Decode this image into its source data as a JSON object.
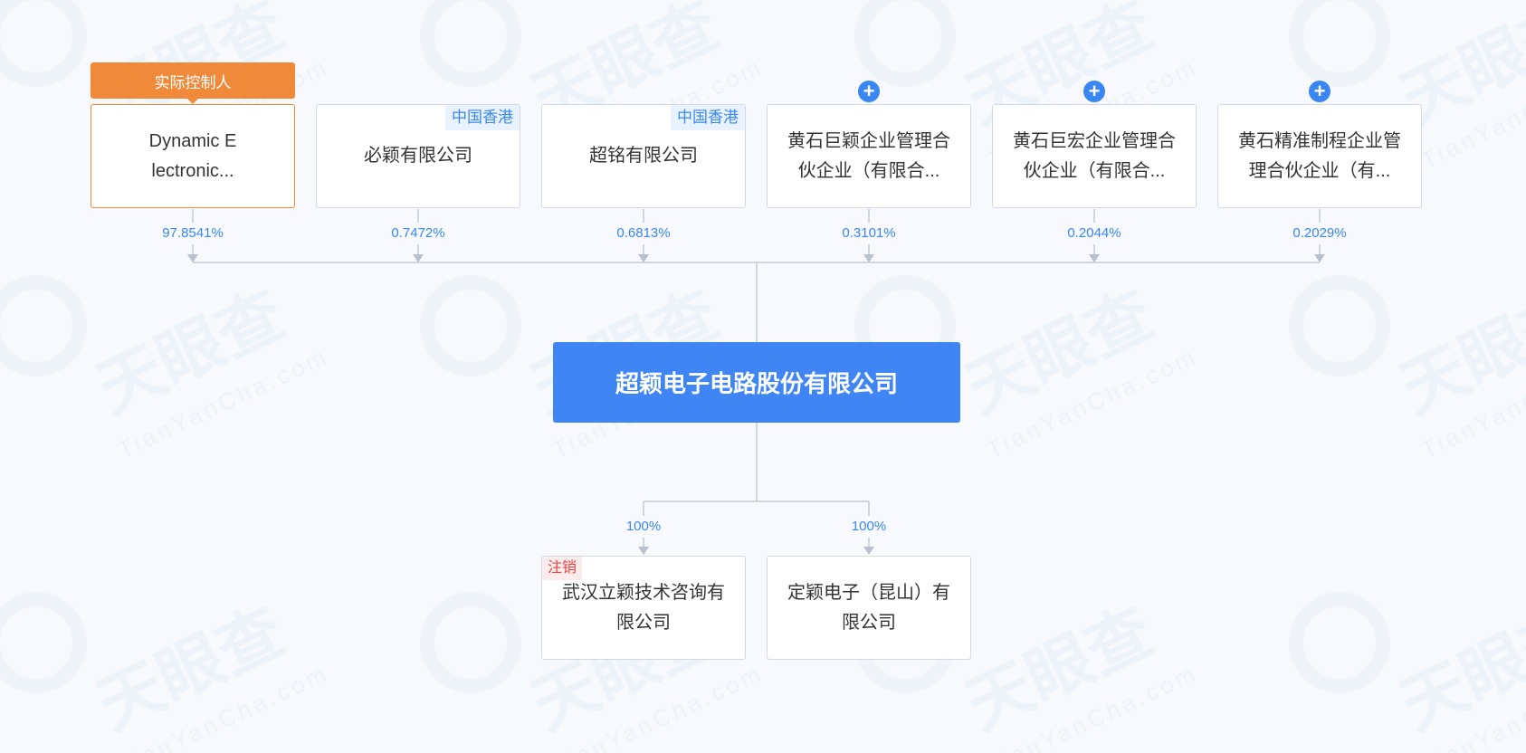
{
  "colors": {
    "accent": "#3a86f2",
    "controller": "#f08a3a",
    "center": "#3f86f4",
    "cancel": "#e64343",
    "line": "#c3cad6"
  },
  "watermark": {
    "brand": "天眼查",
    "url": "TianYanCha.com"
  },
  "controller_tag": "实际控制人",
  "center": {
    "name": "超颖电子电路股份有限公司"
  },
  "shareholders": [
    {
      "name": "Dynamic E lectronic...",
      "percent": "97.8541%",
      "controller": true
    },
    {
      "name": "必颖有限公司",
      "percent": "0.7472%",
      "region": "中国香港"
    },
    {
      "name": "超铭有限公司",
      "percent": "0.6813%",
      "region": "中国香港"
    },
    {
      "name": "黄石巨颖企业管理合伙企业（有限合...",
      "percent": "0.3101%",
      "expand": true
    },
    {
      "name": "黄石巨宏企业管理合伙企业（有限合...",
      "percent": "0.2044%",
      "expand": true
    },
    {
      "name": "黄石精准制程企业管理合伙企业（有...",
      "percent": "0.2029%",
      "expand": true
    }
  ],
  "investments": [
    {
      "name": "武汉立颖技术咨询有限公司",
      "percent": "100%",
      "status": "注销"
    },
    {
      "name": "定颖电子（昆山）有限公司",
      "percent": "100%"
    }
  ]
}
